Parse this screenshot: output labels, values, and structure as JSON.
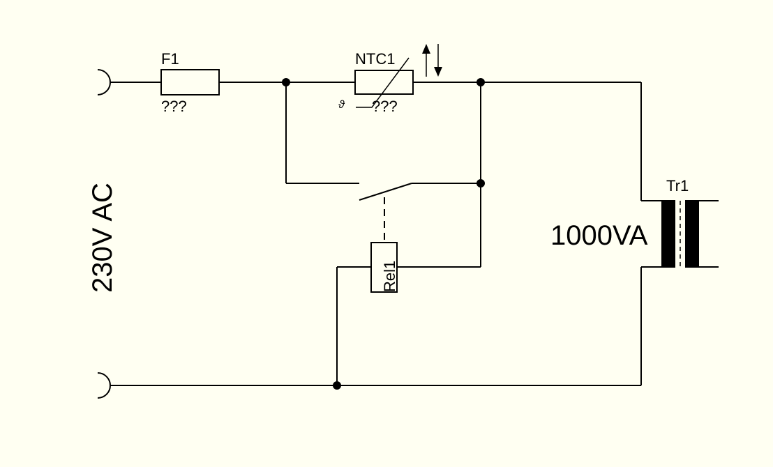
{
  "schematic": {
    "supply_label": "230V AC",
    "fuse": {
      "designator": "F1",
      "value": "???"
    },
    "ntc": {
      "designator": "NTC1",
      "value": "???",
      "theta_symbol": "ϑ"
    },
    "relay": {
      "designator": "Rel1"
    },
    "transformer": {
      "designator": "Tr1",
      "rating": "1000VA"
    }
  }
}
